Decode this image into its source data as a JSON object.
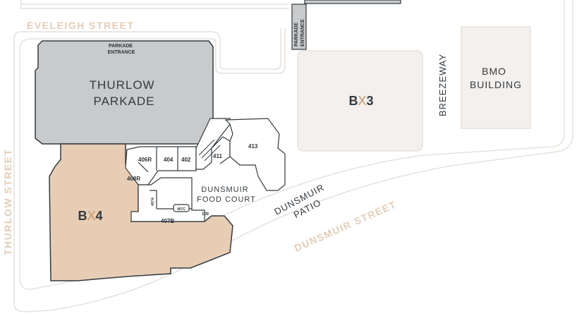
{
  "streets": {
    "eveleigh": "EVELEIGH STREET",
    "thurlow": "THURLOW STREET",
    "dunsmuir": "DUNSMUIR STREET",
    "color": "#e2cdb8"
  },
  "buildings": {
    "thurlow_parkade": {
      "line1": "THURLOW",
      "line2": "PARKADE",
      "color": "#c9cacb"
    },
    "bx3": {
      "prefix": "B",
      "mark": "X",
      "suffix": "3",
      "color": "#f4f0ed"
    },
    "bx4": {
      "prefix": "B",
      "mark": "X",
      "suffix": "4",
      "color": "#e8cdb5"
    },
    "bmo": {
      "line1": "BMO",
      "line2": "BUILDING",
      "color": "#f4f0ed"
    },
    "accent": "#c8956a"
  },
  "parkade_entrance": {
    "line1": "PARKADE",
    "line2": "ENTRANCE"
  },
  "breezeway": "BREEZEWAY",
  "food_court": {
    "line1": "DUNSMUIR",
    "line2": "FOOD COURT"
  },
  "patio": {
    "line1": "DUNSMUIR",
    "line2": "PATIO"
  },
  "units": {
    "u406r": "406R",
    "u404": "404",
    "u402": "402",
    "u408r": "408R",
    "u411": "411",
    "u413": "413",
    "u407a": "407A",
    "u407b": "407B",
    "u407c": "407C",
    "u100": "100"
  }
}
